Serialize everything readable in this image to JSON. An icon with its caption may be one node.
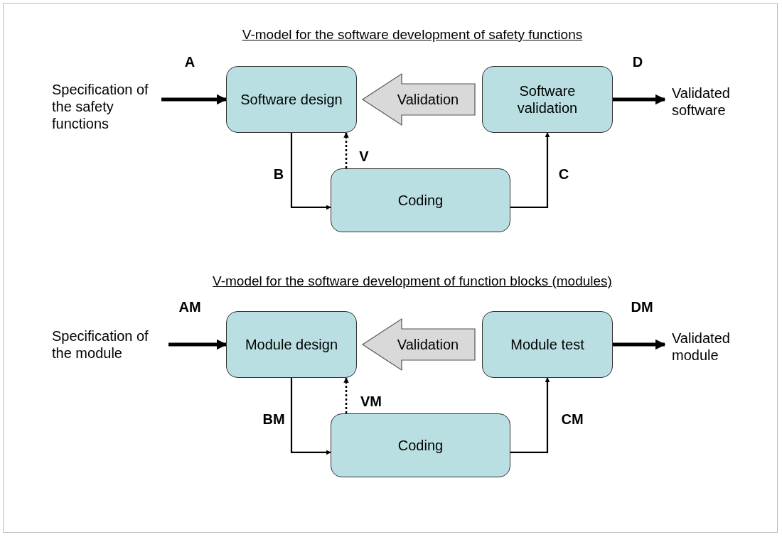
{
  "diagram": {
    "nodes": [
      {
        "text": [
          "Specification of the safety functions"
        ]
      },
      {
        "text": [
          "Software design"
        ]
      },
      {
        "text": [
          "Software validation"
        ]
      },
      {
        "text": [
          "Coding"
        ]
      },
      {
        "text": [
          "Validated software"
        ]
      },
      {
        "text": [
          "Specification of the module"
        ]
      },
      {
        "text": [
          "Module design"
        ]
      },
      {
        "text": [
          "Module test"
        ]
      },
      {
        "text": [
          "Coding"
        ]
      },
      {
        "text": [
          "Validated module"
        ]
      }
    ],
    "edges": [
      {
        "from": 0,
        "to": 1,
        "arrow": "to",
        "label": "A",
        "style": "thick"
      },
      {
        "from": 2,
        "to": 1,
        "arrow": "to",
        "label": "Validation",
        "style": "thick",
        "color": "#d9d9d9"
      },
      {
        "from": 1,
        "to": 3,
        "arrow": "to",
        "label": "B"
      },
      {
        "from": 3,
        "to": 1,
        "arrow": "to",
        "label": "V",
        "style": "dashed"
      },
      {
        "from": 3,
        "to": 2,
        "arrow": "to",
        "label": "C"
      },
      {
        "from": 2,
        "to": 4,
        "arrow": "to",
        "label": "D",
        "style": "thick"
      },
      {
        "from": 5,
        "to": 6,
        "arrow": "to",
        "label": "AM",
        "style": "thick"
      },
      {
        "from": 7,
        "to": 6,
        "arrow": "to",
        "label": "Validation",
        "style": "thick",
        "color": "#d9d9d9"
      },
      {
        "from": 6,
        "to": 8,
        "arrow": "to",
        "label": "BM"
      },
      {
        "from": 8,
        "to": 6,
        "arrow": "to",
        "label": "VM",
        "style": "dashed"
      },
      {
        "from": 8,
        "to": 7,
        "arrow": "to",
        "label": "CM"
      },
      {
        "from": 7,
        "to": 9,
        "arrow": "to",
        "label": "DM",
        "style": "thick"
      }
    ],
    "labels": [
      "V-model for the software development of safety functions",
      "V-model for the software development of function blocks (modules)"
    ]
  }
}
